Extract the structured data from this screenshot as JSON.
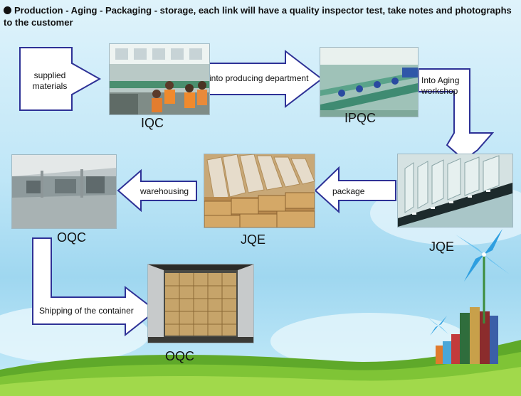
{
  "heading": "Production - Aging - Packaging - storage, each link will have a quality inspector test, take notes and photographs to the customer",
  "arrows": {
    "supplied": "supplied materials",
    "producing": "into producing department",
    "aging": "Into Aging workshop",
    "package": "package",
    "warehousing": "warehousing",
    "shipping": "Shipping of the container"
  },
  "stages": {
    "iqc": "IQC",
    "ipqc": "IPQC",
    "jqe_aging": "JQE",
    "jqe_package": "JQE",
    "oqc_warehouse": "OQC",
    "oqc_container": "OQC"
  },
  "photos": {
    "iqc": "production-line-workers-photo",
    "ipqc": "production-floor-photo",
    "jqe_aging": "aging-rack-photo",
    "jqe_package": "packaged-boxes-photo",
    "oqc_warehouse": "empty-warehouse-photo",
    "oqc_container": "loaded-container-photo"
  }
}
